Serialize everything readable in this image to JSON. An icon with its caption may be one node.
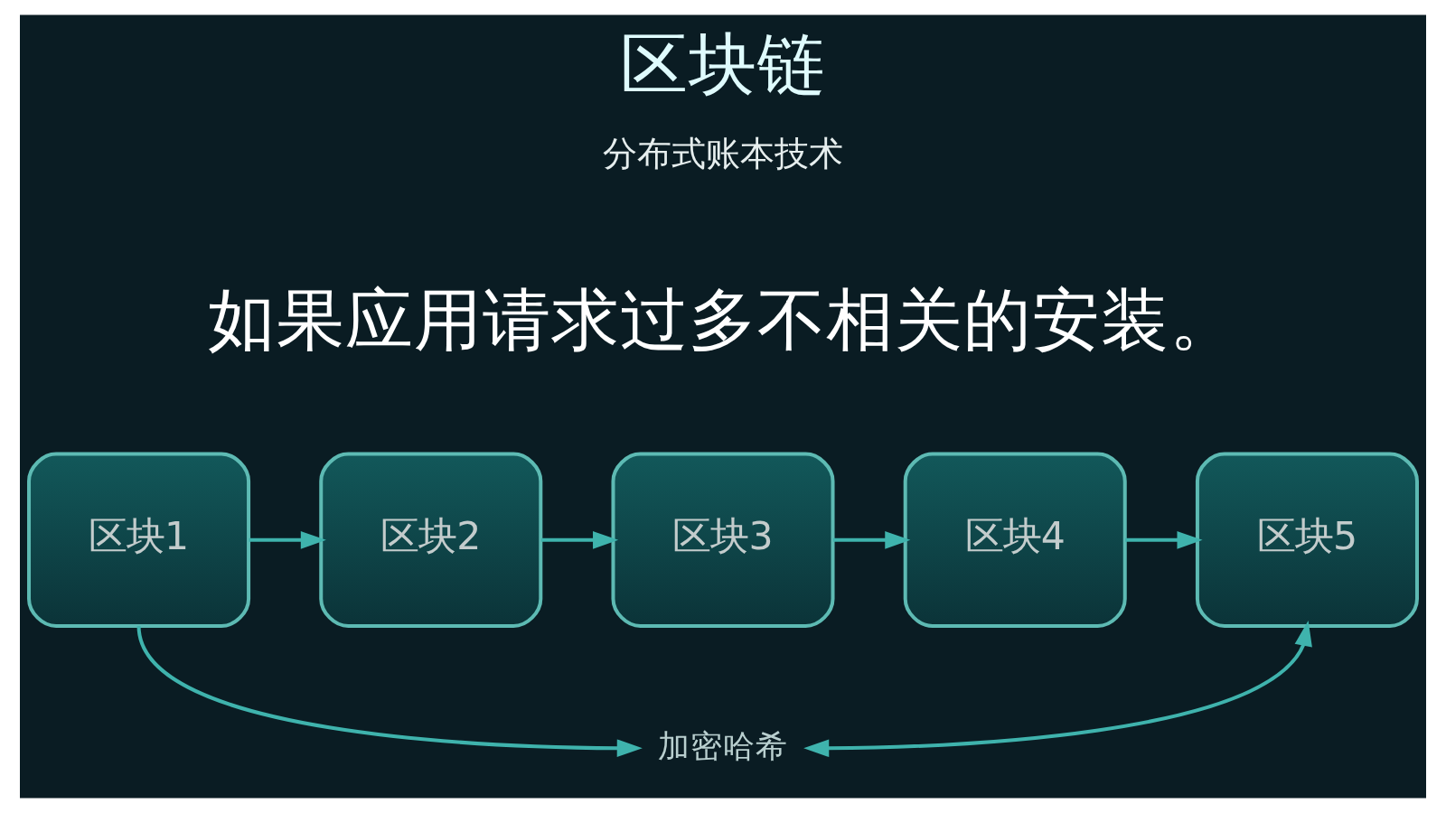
{
  "diagram": {
    "title": "区块链",
    "nodes": [
      {
        "text": [
          "区块1"
        ]
      },
      {
        "text": [
          "区块2"
        ]
      },
      {
        "text": [
          "区块3"
        ]
      },
      {
        "text": [
          "区块4"
        ]
      },
      {
        "text": [
          "区块5"
        ]
      },
      {
        "text": [
          "加密哈希"
        ]
      }
    ],
    "edges": [
      {
        "from": 0,
        "to": 1,
        "arrow": "to"
      },
      {
        "from": 1,
        "to": 2,
        "arrow": "to"
      },
      {
        "from": 2,
        "to": 3,
        "arrow": "to"
      },
      {
        "from": 3,
        "to": 4,
        "arrow": "to"
      },
      {
        "from": 0,
        "to": 5,
        "arrow": "to"
      },
      {
        "from": 5,
        "to": 4,
        "arrow": "both"
      }
    ],
    "labels": [
      "分布式账本技术",
      "如果应用请求过多不相关的安装。"
    ]
  }
}
